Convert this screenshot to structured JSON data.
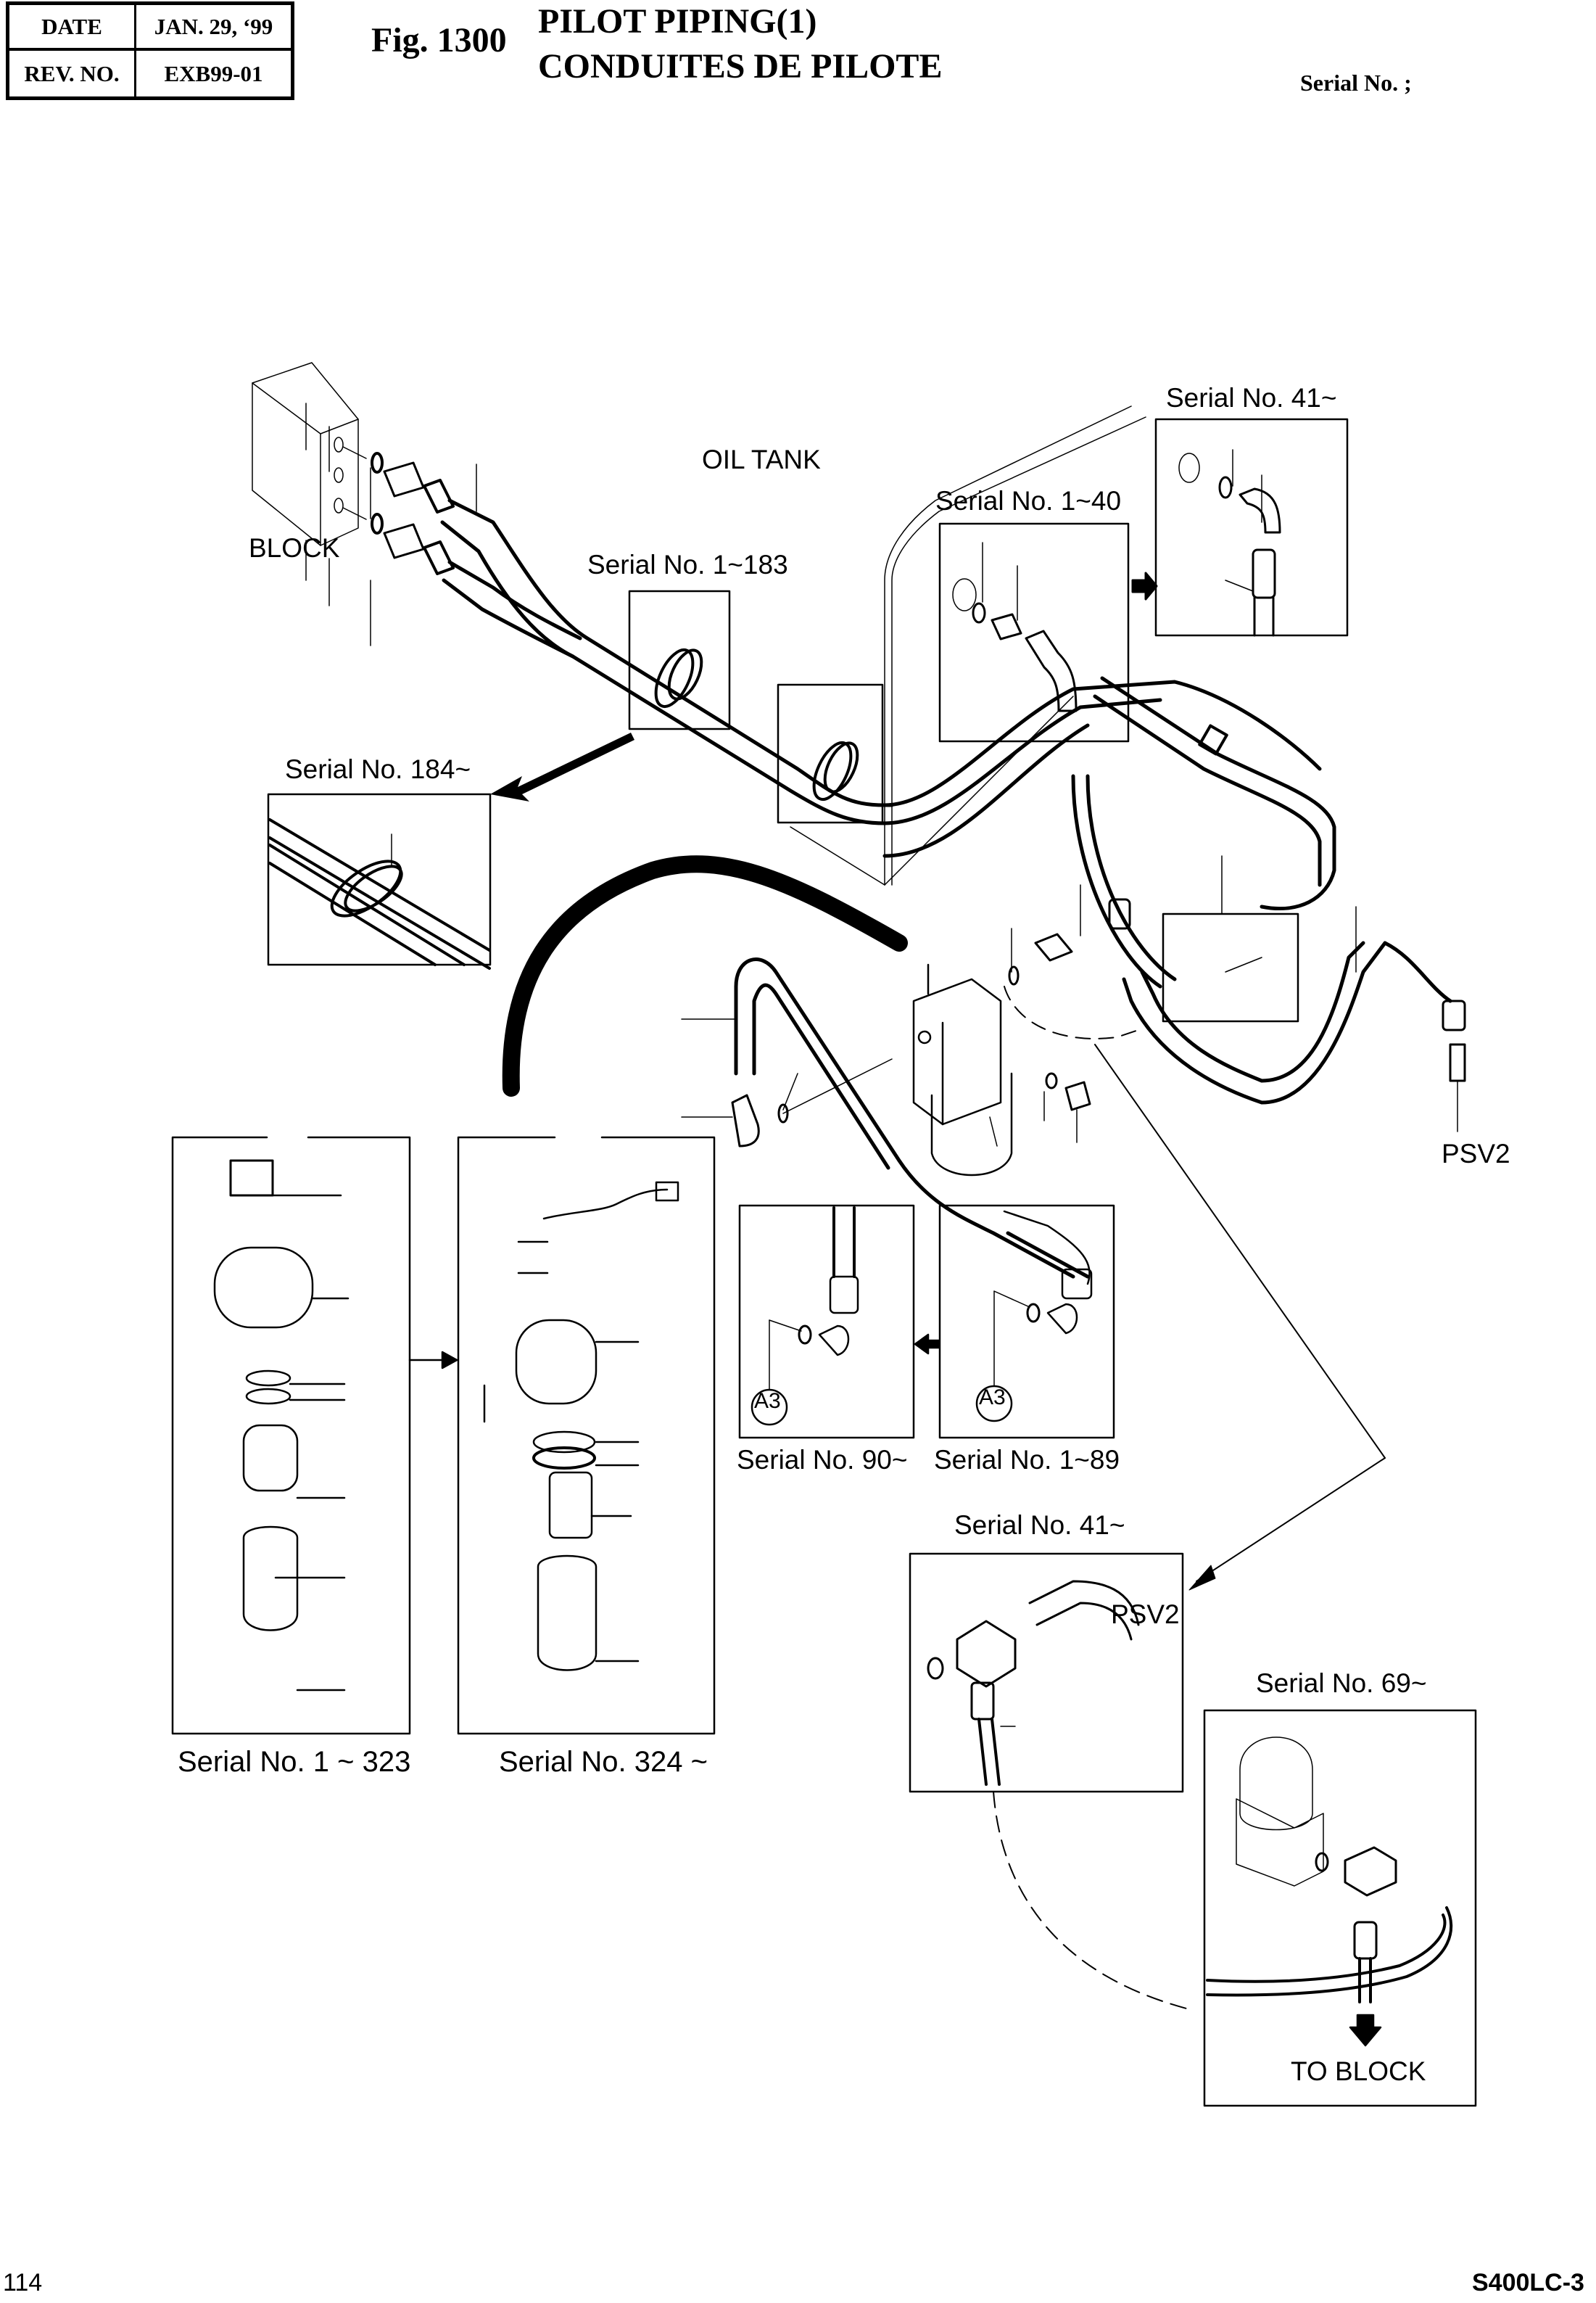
{
  "header": {
    "date_label": "DATE",
    "date_value": "JAN. 29, ‘99",
    "rev_label": "REV. NO.",
    "rev_value": "EXB99-01",
    "fig_number": "Fig. 1300",
    "title_en": "PILOT PIPING(1)",
    "title_fr": "CONDUITES DE PILOTE",
    "serial_label": "Serial No. ;"
  },
  "diagram": {
    "labels": {
      "block": "BLOCK",
      "oil_tank": "OIL TANK",
      "serial_1_183": "Serial No. 1~183",
      "serial_184": "Serial No. 184~",
      "serial_1_40": "Serial No. 1~40",
      "serial_41_top": "Serial No. 41~",
      "psv2_main": "PSV2",
      "serial_90": "Serial No. 90~",
      "serial_1_89": "Serial No. 1~89",
      "a3_left": "A3",
      "a3_right": "A3",
      "serial_1_323": "Serial No. 1 ~ 323",
      "serial_324": "Serial No. 324 ~",
      "serial_41_bottom": "Serial No. 41~",
      "psv2_inset": "PSV2",
      "serial_69": "Serial No. 69~",
      "to_block": "TO BLOCK"
    }
  },
  "footer": {
    "page_number": "114",
    "model": "S400LC-3"
  }
}
